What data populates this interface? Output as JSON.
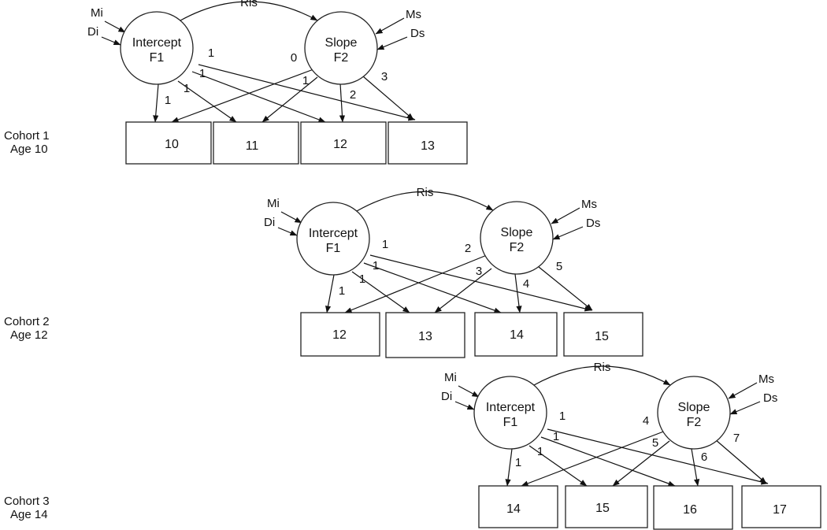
{
  "colors": {
    "stroke": "#111111",
    "fill": "#ffffff"
  },
  "panels": [
    {
      "cohort": "Cohort 1",
      "age": "Age 10",
      "intercept": {
        "name": "Intercept",
        "factor": "F1"
      },
      "slope": {
        "name": "Slope",
        "factor": "F2"
      },
      "covariance": "Ris",
      "intercept_inputs": [
        "Mi",
        "Di"
      ],
      "slope_inputs": [
        "Ms",
        "Ds"
      ],
      "boxes": [
        "10",
        "11",
        "12",
        "13"
      ],
      "intercept_loadings": [
        "1",
        "1",
        "1",
        "1"
      ],
      "slope_loadings": [
        "0",
        "1",
        "2",
        "3"
      ]
    },
    {
      "cohort": "Cohort 2",
      "age": "Age 12",
      "intercept": {
        "name": "Intercept",
        "factor": "F1"
      },
      "slope": {
        "name": "Slope",
        "factor": "F2"
      },
      "covariance": "Ris",
      "intercept_inputs": [
        "Mi",
        "Di"
      ],
      "slope_inputs": [
        "Ms",
        "Ds"
      ],
      "boxes": [
        "12",
        "13",
        "14",
        "15"
      ],
      "intercept_loadings": [
        "1",
        "1",
        "1",
        "1"
      ],
      "slope_loadings": [
        "2",
        "3",
        "4",
        "5"
      ]
    },
    {
      "cohort": "Cohort 3",
      "age": "Age 14",
      "intercept": {
        "name": "Intercept",
        "factor": "F1"
      },
      "slope": {
        "name": "Slope",
        "factor": "F2"
      },
      "covariance": "Ris",
      "intercept_inputs": [
        "Mi",
        "Di"
      ],
      "slope_inputs": [
        "Ms",
        "Ds"
      ],
      "boxes": [
        "14",
        "15",
        "16",
        "17"
      ],
      "intercept_loadings": [
        "1",
        "1",
        "1",
        "1"
      ],
      "slope_loadings": [
        "4",
        "5",
        "6",
        "7"
      ]
    }
  ]
}
